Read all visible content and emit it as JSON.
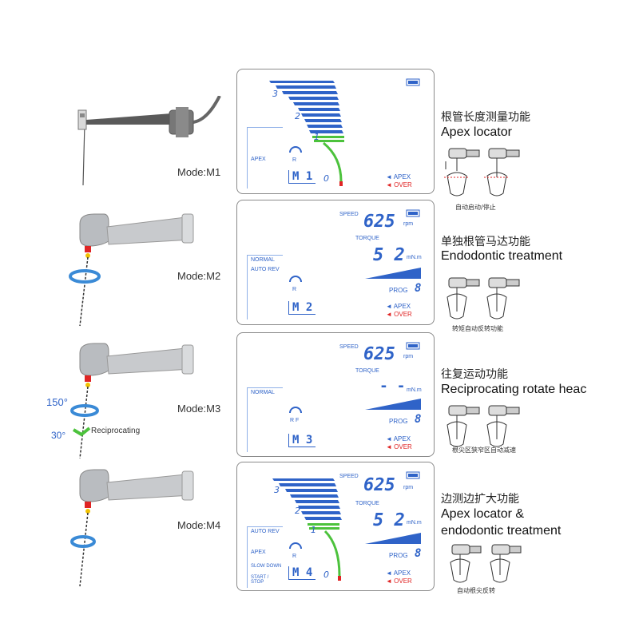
{
  "rows": [
    {
      "mode": "Mode:M1",
      "zh": "根管长度测量功能",
      "en": [
        "Apex locator"
      ],
      "caption": "自动启动/停止",
      "lcd": {
        "scale": [
          "3",
          "2",
          "1",
          "0"
        ],
        "menu": [
          "APEX"
        ],
        "mode_code": "M 1",
        "apex": "◄ APEX",
        "over": "◄ OVER"
      }
    },
    {
      "mode": "Mode:M2",
      "zh": "单独根管马达功能",
      "en": [
        "Endodontic treatment"
      ],
      "caption": "转矩自动反转功能",
      "lcd": {
        "speed_label": "SPEED",
        "speed": "625",
        "rpm": "rpm",
        "torque_label": "TORQUE",
        "torque": "5 2",
        "mnm": "mN.m",
        "prog": "PROG",
        "prog_num": "8",
        "menu": [
          "NORMAL",
          "AUTO REV"
        ],
        "mode_code": "M 2",
        "apex": "◄ APEX",
        "over": "◄ OVER"
      }
    },
    {
      "mode": "Mode:M3",
      "zh": "往复运动功能",
      "en": [
        "Reciprocating rotate heac"
      ],
      "caption": "根尖区狭窄区自动减速",
      "angle_top": "150°",
      "angle_bottom": "30°",
      "recip": "Reciprocating",
      "lcd": {
        "speed_label": "SPEED",
        "speed": "625",
        "rpm": "rpm",
        "torque_label": "TORQUE",
        "torque": "- -",
        "mnm": "mN.m",
        "prog": "PROG",
        "prog_num": "8",
        "menu": [
          "NORMAL"
        ],
        "mode_code": "M 3",
        "apex": "◄ APEX",
        "over": "◄ OVER"
      }
    },
    {
      "mode": "Mode:M4",
      "zh": "边测边扩大功能",
      "en": [
        "Apex locator &",
        "endodontic treatment"
      ],
      "caption": "自动根尖反转",
      "lcd": {
        "scale": [
          "3",
          "2",
          "1",
          "0"
        ],
        "speed_label": "SPEED",
        "speed": "625",
        "rpm": "rpm",
        "torque_label": "TORQUE",
        "torque": "5 2",
        "mnm": "mN.m",
        "prog": "PROG",
        "prog_num": "8",
        "menu": [
          "AUTO REV",
          "APEX",
          "SLOW DOWN",
          "START / STOP"
        ],
        "mode_code": "M 4",
        "apex": "◄ APEX",
        "over": "◄ OVER"
      }
    }
  ],
  "colors": {
    "lcd_blue": "#2f63c8",
    "lcd_green": "#4cc23c",
    "lcd_red": "#e02424",
    "handpiece": "#b9bcc0"
  }
}
